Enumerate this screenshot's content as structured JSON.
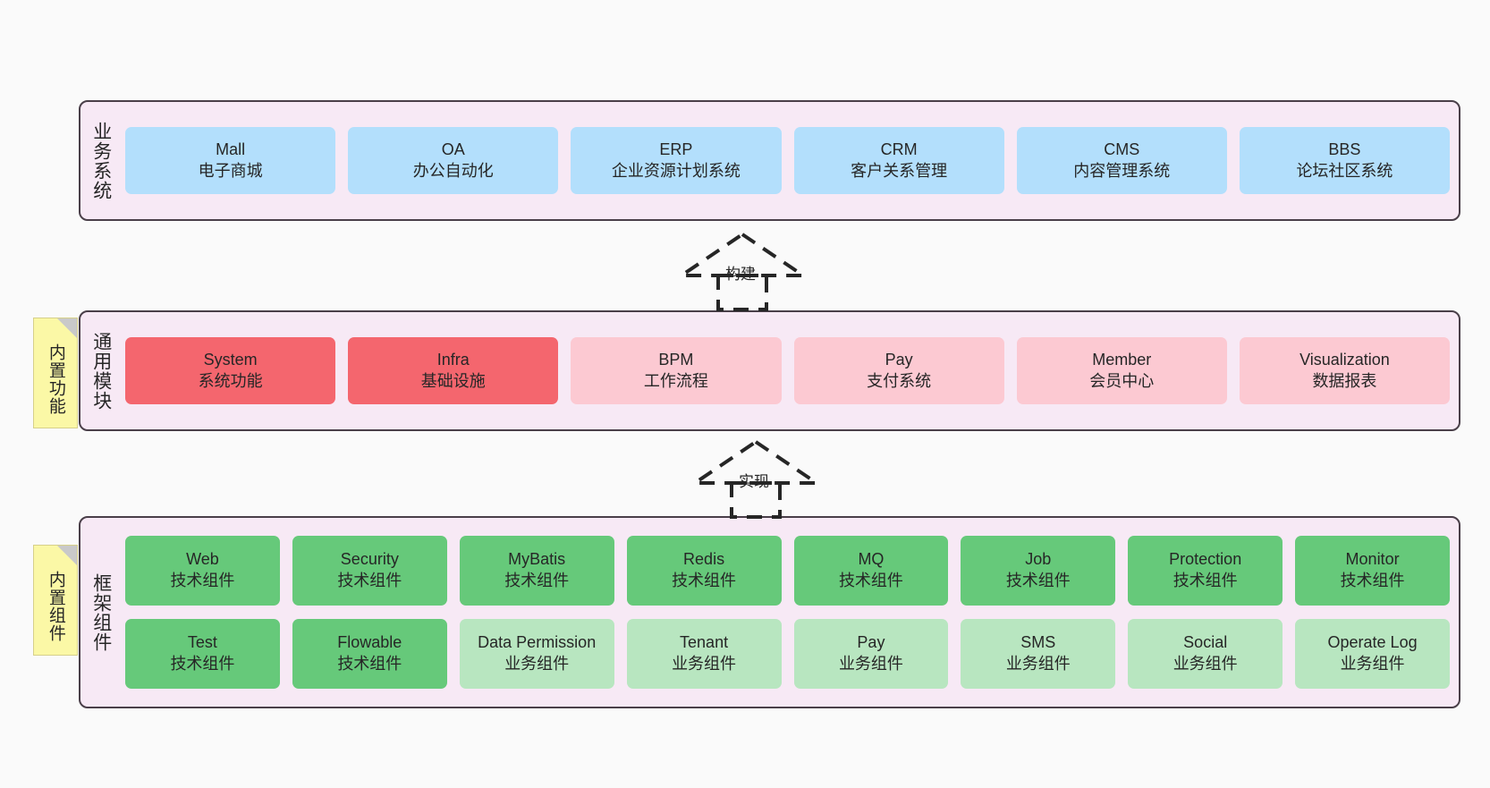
{
  "diagram": {
    "background_color": "#fafafa",
    "layer_bg_color": "#f7e9f5",
    "note_color": "#fbf8a6"
  },
  "notes": [
    {
      "label": "内置功能"
    },
    {
      "label": "内置组件"
    }
  ],
  "connectors": [
    {
      "label": "构建",
      "style": "dashed-generalization",
      "direction": "up"
    },
    {
      "label": "实现",
      "style": "dashed-generalization",
      "direction": "up"
    }
  ],
  "layers": [
    {
      "title": "业务系统",
      "color": "#b3dffc",
      "rows": [
        [
          {
            "name": "Mall",
            "desc": "电子商城",
            "color": "#b3dffc"
          },
          {
            "name": "OA",
            "desc": "办公自动化",
            "color": "#b3dffc"
          },
          {
            "name": "ERP",
            "desc": "企业资源计划系统",
            "color": "#b3dffc"
          },
          {
            "name": "CRM",
            "desc": "客户关系管理",
            "color": "#b3dffc"
          },
          {
            "name": "CMS",
            "desc": "内容管理系统",
            "color": "#b3dffc"
          },
          {
            "name": "BBS",
            "desc": "论坛社区系统",
            "color": "#b3dffc"
          }
        ]
      ]
    },
    {
      "title": "通用模块",
      "color": "#fcc9d2",
      "rows": [
        [
          {
            "name": "System",
            "desc": "系统功能",
            "color": "#f4666e"
          },
          {
            "name": "Infra",
            "desc": "基础设施",
            "color": "#f4666e"
          },
          {
            "name": "BPM",
            "desc": "工作流程",
            "color": "#fcc9d2"
          },
          {
            "name": "Pay",
            "desc": "支付系统",
            "color": "#fcc9d2"
          },
          {
            "name": "Member",
            "desc": "会员中心",
            "color": "#fcc9d2"
          },
          {
            "name": "Visualization",
            "desc": "数据报表",
            "color": "#fcc9d2"
          }
        ]
      ]
    },
    {
      "title": "框架组件",
      "color": "#66c97a",
      "rows": [
        [
          {
            "name": "Web",
            "desc": "技术组件",
            "color": "#66c97a"
          },
          {
            "name": "Security",
            "desc": "技术组件",
            "color": "#66c97a"
          },
          {
            "name": "MyBatis",
            "desc": "技术组件",
            "color": "#66c97a"
          },
          {
            "name": "Redis",
            "desc": "技术组件",
            "color": "#66c97a"
          },
          {
            "name": "MQ",
            "desc": "技术组件",
            "color": "#66c97a"
          },
          {
            "name": "Job",
            "desc": "技术组件",
            "color": "#66c97a"
          },
          {
            "name": "Protection",
            "desc": "技术组件",
            "color": "#66c97a"
          },
          {
            "name": "Monitor",
            "desc": "技术组件",
            "color": "#66c97a"
          }
        ],
        [
          {
            "name": "Test",
            "desc": "技术组件",
            "color": "#66c97a"
          },
          {
            "name": "Flowable",
            "desc": "技术组件",
            "color": "#66c97a"
          },
          {
            "name": "Data Permission",
            "desc": "业务组件",
            "color": "#b8e6c0"
          },
          {
            "name": "Tenant",
            "desc": "业务组件",
            "color": "#b8e6c0"
          },
          {
            "name": "Pay",
            "desc": "业务组件",
            "color": "#b8e6c0"
          },
          {
            "name": "SMS",
            "desc": "业务组件",
            "color": "#b8e6c0"
          },
          {
            "name": "Social",
            "desc": "业务组件",
            "color": "#b8e6c0"
          },
          {
            "name": "Operate Log",
            "desc": "业务组件",
            "color": "#b8e6c0"
          }
        ]
      ]
    }
  ]
}
